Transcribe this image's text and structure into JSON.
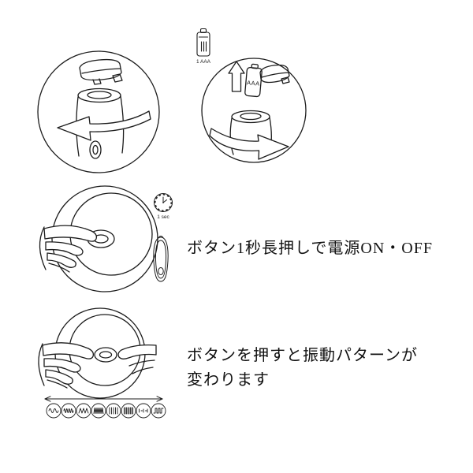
{
  "page": {
    "background": "#ffffff",
    "line_color": "#1c1c1c",
    "text_color": "#111111"
  },
  "battery": {
    "count_label": "1 AAA",
    "size_label": "AAA"
  },
  "timer": {
    "label": "1 sec"
  },
  "captions": {
    "power": "ボタン1秒長押しで電源ON・OFF",
    "pattern_line1": "ボタンを押すと振動パターンが",
    "pattern_line2": "変わります"
  },
  "illustrations": {
    "step1": "unscrew-battery-cap-rotate-left",
    "step2": "insert-aaa-battery-and-close-cap",
    "step3": "hold-button-one-second-power",
    "step4": "press-button-to-change-vibration-pattern"
  },
  "vibration_patterns": [
    "wave-slow",
    "wave-fast",
    "zigzag",
    "zigzag-dense",
    "bars",
    "bars-dense",
    "dot-dash",
    "pulse"
  ]
}
